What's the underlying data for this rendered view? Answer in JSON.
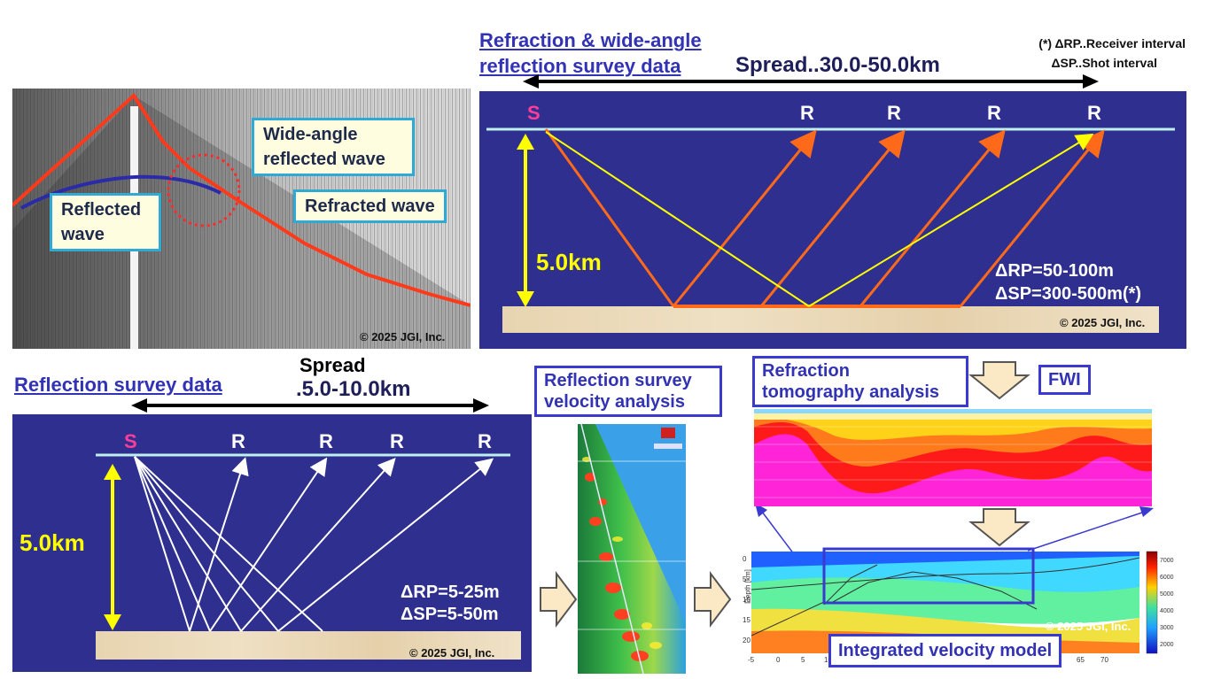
{
  "refraction_section": {
    "title_line1": "Refraction & wide-angle",
    "title_line2": "reflection survey data",
    "spread": "Spread..30.0-50.0km",
    "note_line1": "(*) ΔRP..Receiver interval",
    "note_line2": "ΔSP..Shot interval",
    "source": "S",
    "receiver": "R",
    "depth": "5.0km",
    "drp": "ΔRP=50-100m",
    "dsp": "ΔSP=300-500m(*)",
    "copyright": "© 2025 JGI, Inc."
  },
  "seismogram": {
    "wide_angle_line1": "Wide-angle",
    "wide_angle_line2": "reflected wave",
    "refracted": "Refracted wave",
    "reflected_line1": "Reflected",
    "reflected_line2": "wave",
    "copyright": "© 2025 JGI, Inc."
  },
  "reflection_section": {
    "title": "Reflection survey data",
    "spread_word": "Spread",
    "spread_value": ".5.0-10.0km",
    "source": "S",
    "receiver": "R",
    "depth": "5.0km",
    "drp": "ΔRP=5-25m",
    "dsp": "ΔSP=5-50m",
    "copyright": "© 2025 JGI, Inc."
  },
  "velocity_analysis": {
    "title_line1": "Reflection survey",
    "title_line2": "velocity analysis"
  },
  "tomography": {
    "title_line1": "Refraction",
    "title_line2": "tomography analysis",
    "fwi": "FWI"
  },
  "integrated": {
    "title": "Integrated velocity model",
    "copyright": "© 2025 JGI, Inc.",
    "y_ticks": [
      "0",
      "5",
      "10",
      "15",
      "20"
    ],
    "x_ticks": [
      "-5",
      "0",
      "5",
      "10",
      "65",
      "70"
    ],
    "ylabel": "Depth [km]",
    "colorbar_ticks": [
      "7000",
      "6000",
      "5000",
      "4000",
      "3000",
      "2000"
    ]
  },
  "colors": {
    "navy": "#2e2f8e",
    "accent_blue": "#3232b4",
    "callout_border": "#2fa9d6",
    "orange_ray": "#ff6a1a",
    "yellow": "#ffff00",
    "source_pink": "#ff3d9a"
  }
}
